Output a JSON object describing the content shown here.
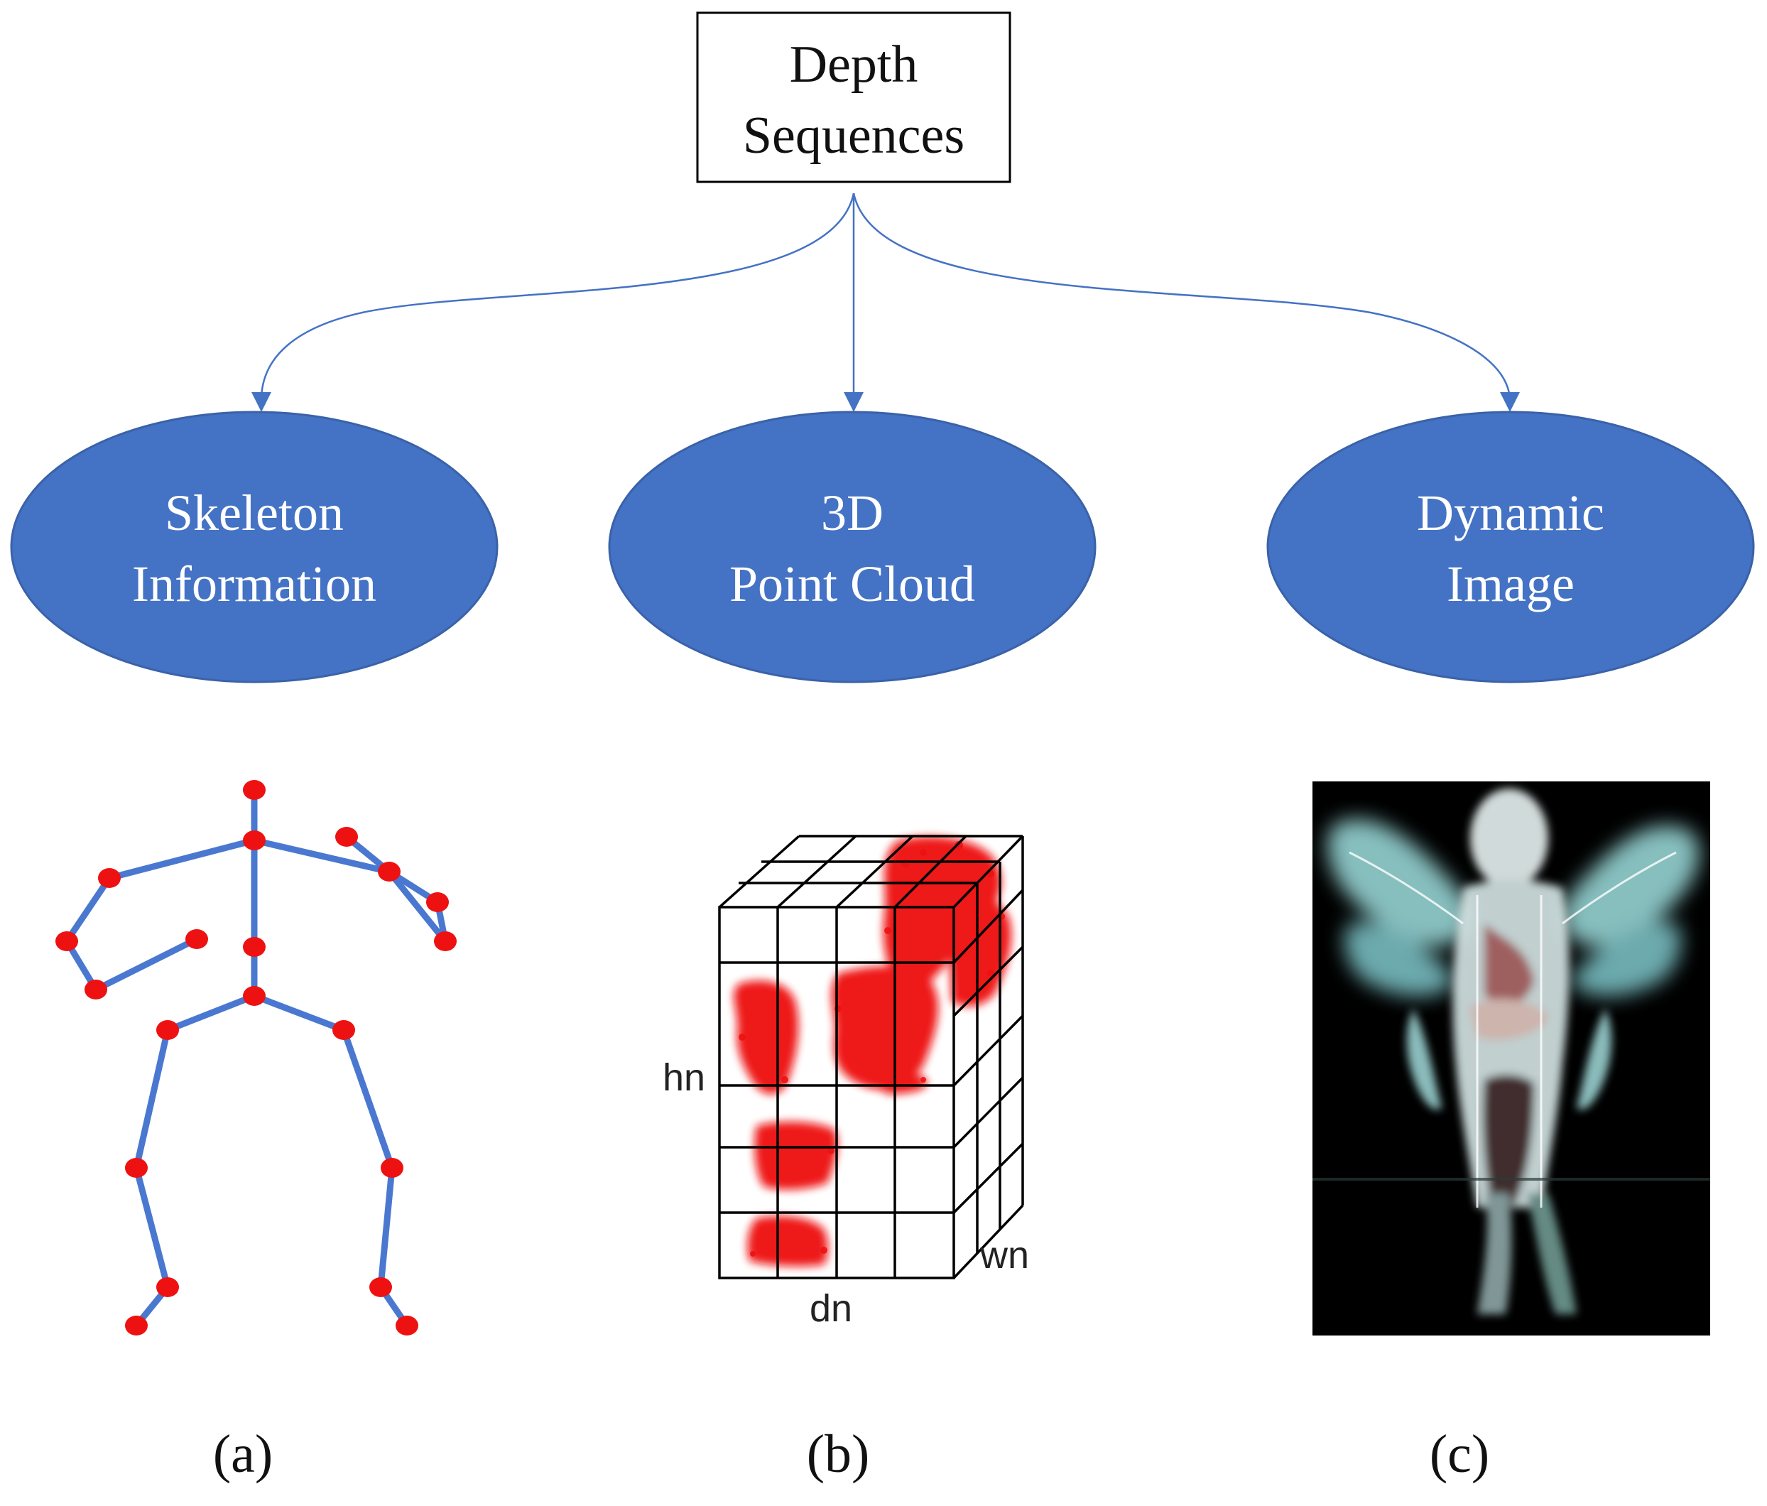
{
  "root": {
    "line1": "Depth",
    "line2": "Sequences"
  },
  "nodes": [
    {
      "line1": "Skeleton",
      "line2": "Information"
    },
    {
      "line1": "3D",
      "line2": "Point Cloud"
    },
    {
      "line1": "Dynamic",
      "line2": "Image"
    }
  ],
  "grid_labels": {
    "height": "hn",
    "depth": "dn",
    "width": "wn"
  },
  "captions": [
    "(a)",
    "(b)",
    "(c)"
  ],
  "colors": {
    "ellipse_fill": "#4472C4",
    "arrow": "#4472C4",
    "skeleton_bone": "#4a78d0",
    "joint": "#ee1111",
    "point_cloud": "#ee1111",
    "dynamic_bg": "#000000",
    "text_on_ellipse": "#ffffff"
  }
}
